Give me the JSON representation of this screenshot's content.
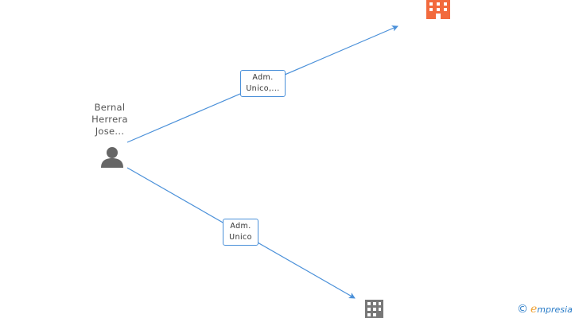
{
  "person": {
    "name_lines": [
      "Bernal",
      "Herrera",
      "Jose..."
    ],
    "icon": "person-icon"
  },
  "relations": [
    {
      "lines": [
        "Adm.",
        "Unico,..."
      ]
    },
    {
      "lines": [
        "Adm.",
        "Unico"
      ]
    }
  ],
  "companies": [
    {
      "icon": "building-icon",
      "color": "#f26a3d"
    },
    {
      "icon": "building-icon",
      "color": "#777777"
    }
  ],
  "colors": {
    "edge": "#4a90d9",
    "person": "#666666"
  },
  "watermark": {
    "copyright": "©",
    "brand_initial": "e",
    "brand_rest": "mpresia"
  }
}
